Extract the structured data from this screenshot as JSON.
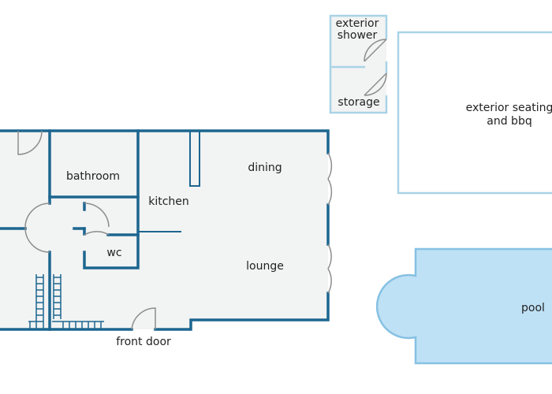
{
  "colors": {
    "wall": "#1c6690",
    "floor": "#f2f3f3",
    "outdoor_outline": "#a9d3e6",
    "pool_fill": "#bfe1f5",
    "pool_outline": "#86c1e3",
    "door": "#8d8d8d",
    "label": "#222222"
  },
  "labels": {
    "exterior_shower_1": "exterior",
    "exterior_shower_2": "shower",
    "storage": "storage",
    "exterior_seating_1": "exterior seating",
    "exterior_seating_2": "and bbq",
    "bathroom": "bathroom",
    "dining": "dining",
    "kitchen": "kitchen",
    "wc": "wc",
    "lounge": "lounge",
    "pool": "pool",
    "front_door": "front door"
  }
}
